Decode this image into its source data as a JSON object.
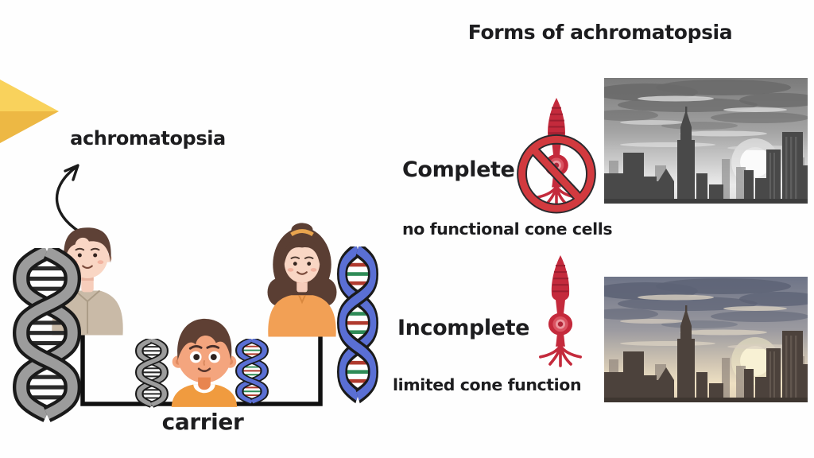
{
  "title": "Forms of achromatopsia",
  "pedigree": {
    "gene_label": "achromatopsia",
    "carrier_label": "carrier",
    "figures": [
      "father-with-gray-dna",
      "carrier-boy",
      "mother-with-blue-dna"
    ],
    "dna_icons": [
      "dna-helix-gray-large",
      "dna-helix-gray-small",
      "dna-helix-blue-small",
      "dna-helix-blue-large"
    ]
  },
  "forms": [
    {
      "name": "Complete",
      "description": "no functional cone cells",
      "icon": "cone-cell-prohibited-icon",
      "image": "city-skyline-grayscale"
    },
    {
      "name": "Incomplete",
      "description": "limited cone function",
      "icon": "cone-cell-icon",
      "image": "city-skyline-muted-color"
    }
  ],
  "decorations": [
    "yellow-corner-accent",
    "curved-annotation-arrow"
  ],
  "colors": {
    "text": "#1d1d1f",
    "cone_red": "#c42a3c",
    "prohibition_red": "#d23a3f",
    "dna_gray": "#9c9c9c",
    "dna_blue": "#5a6fd4",
    "shirt_beige": "#c9baa7",
    "shirt_orange": "#f2a055",
    "child_shirt_orange": "#f09b3f",
    "hair_brown": "#5e4136",
    "skin_light": "#f9d6c4",
    "skin_child": "#f4a57e",
    "accent_yellow": "#f7ca4f",
    "pedigree_line": "#101010"
  }
}
